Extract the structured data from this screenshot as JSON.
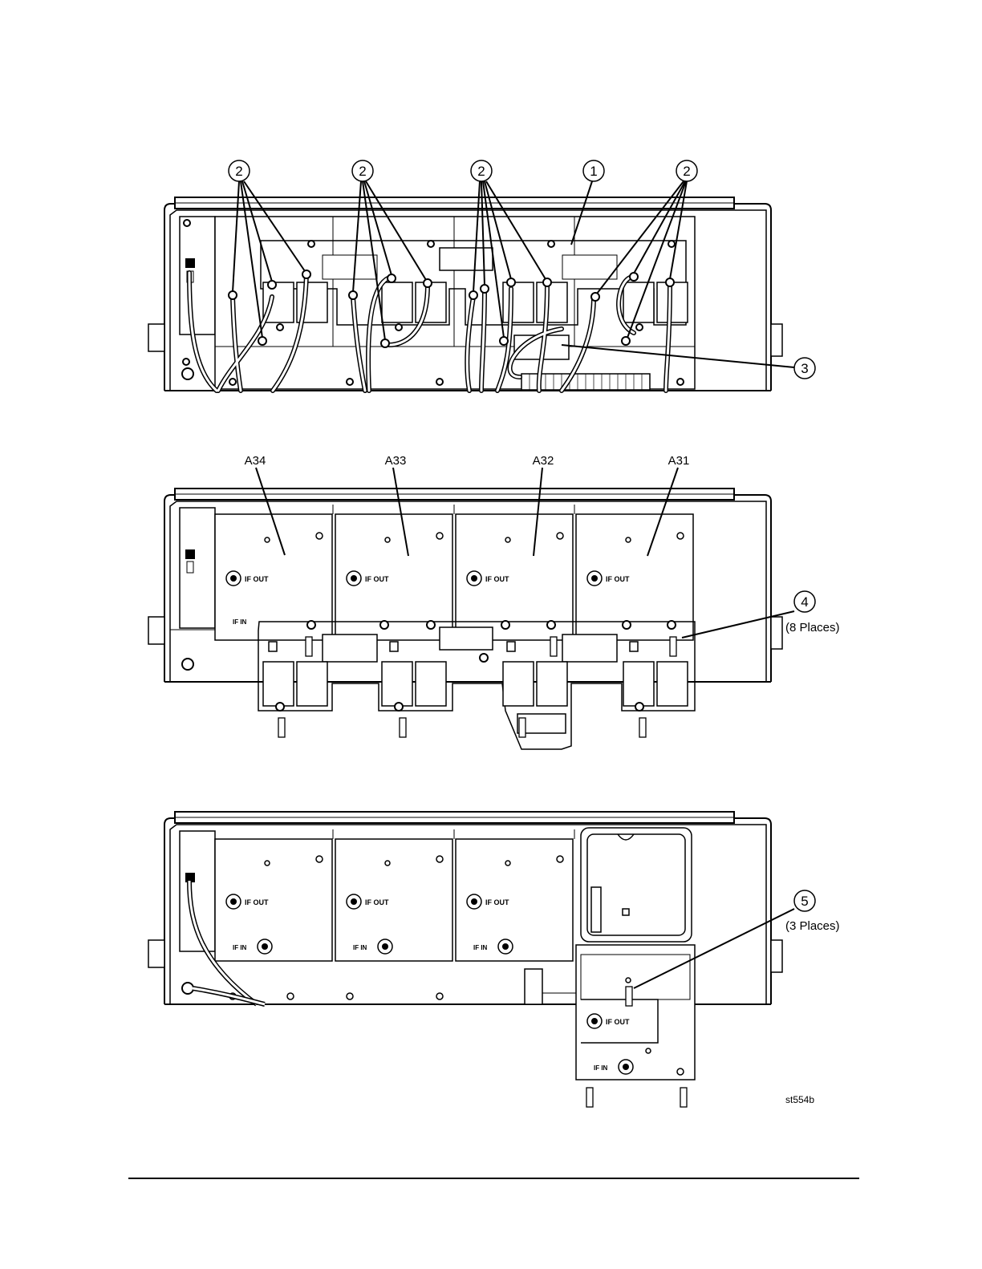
{
  "callouts": {
    "c1": "1",
    "c2": "2",
    "c3": "3",
    "c4": "4",
    "c4_note": "(8 Places)",
    "c5": "5",
    "c5_note": "(3 Places)"
  },
  "assemblies": {
    "a34": "A34",
    "a33": "A33",
    "a32": "A32",
    "a31": "A31"
  },
  "board_labels": {
    "if_out": "IF  OUT",
    "if_in": "IF  IN"
  },
  "figure_id": "st554b"
}
